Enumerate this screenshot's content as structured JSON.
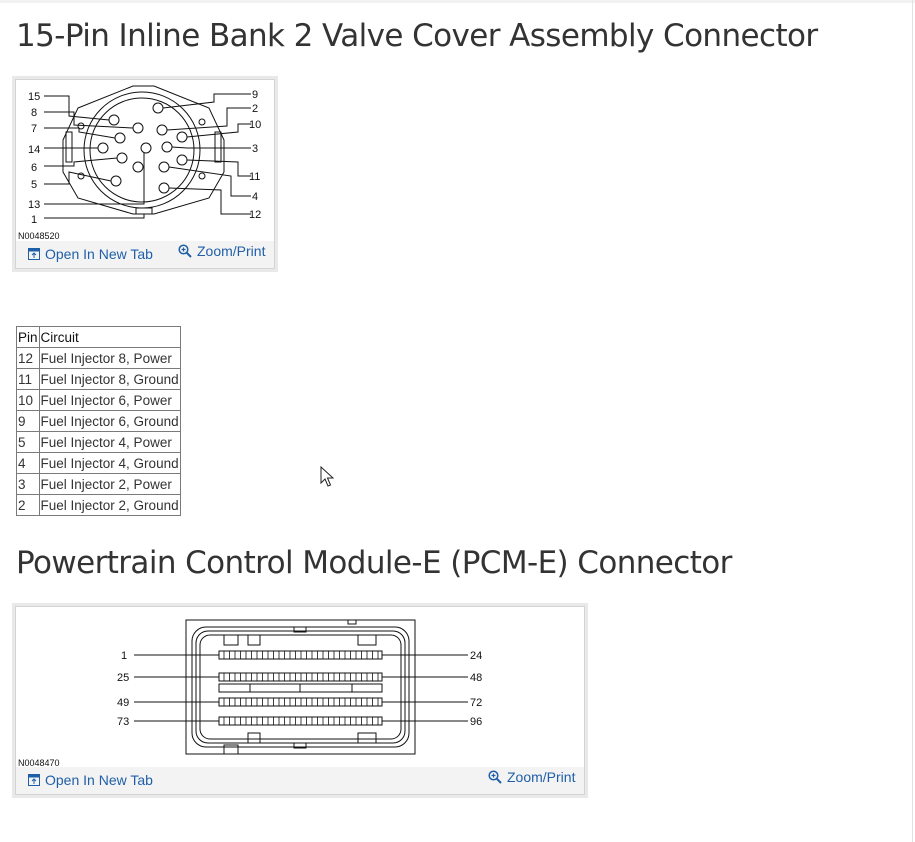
{
  "section1": {
    "title": "15-Pin Inline Bank 2 Valve Cover Assembly Connector",
    "figure_id": "N0048520",
    "open_tab_label": "Open In New Tab",
    "zoom_label": "Zoom/Print",
    "pin_labels_left": [
      "15",
      "8",
      "7",
      "14",
      "6",
      "5",
      "13",
      "1"
    ],
    "pin_labels_right": [
      "9",
      "2",
      "10",
      "3",
      "11",
      "4",
      "12"
    ]
  },
  "table": {
    "headers": [
      "Pin",
      "Circuit"
    ],
    "rows": [
      {
        "pin": "12",
        "circuit": "Fuel Injector 8, Power"
      },
      {
        "pin": "11",
        "circuit": "Fuel Injector 8, Ground"
      },
      {
        "pin": "10",
        "circuit": "Fuel Injector 6, Power"
      },
      {
        "pin": "9",
        "circuit": "Fuel Injector 6, Ground"
      },
      {
        "pin": "5",
        "circuit": "Fuel Injector 4, Power"
      },
      {
        "pin": "4",
        "circuit": "Fuel Injector 4, Ground"
      },
      {
        "pin": "3",
        "circuit": "Fuel Injector 2, Power"
      },
      {
        "pin": "2",
        "circuit": "Fuel Injector 2, Ground"
      }
    ]
  },
  "section2": {
    "title": "Powertrain Control Module-E (PCM-E) Connector",
    "figure_id": "N0048470",
    "open_tab_label": "Open In New Tab",
    "zoom_label": "Zoom/Print",
    "pin_labels_left": [
      "1",
      "25",
      "49",
      "73"
    ],
    "pin_labels_right": [
      "24",
      "48",
      "72",
      "96"
    ]
  },
  "colors": {
    "link": "#1f5fa8",
    "bar": "#f3f3f3",
    "border": "#d4d4d4"
  },
  "icons": [
    "open-new-tab-icon",
    "zoom-icon",
    "cursor-arrow-icon"
  ]
}
